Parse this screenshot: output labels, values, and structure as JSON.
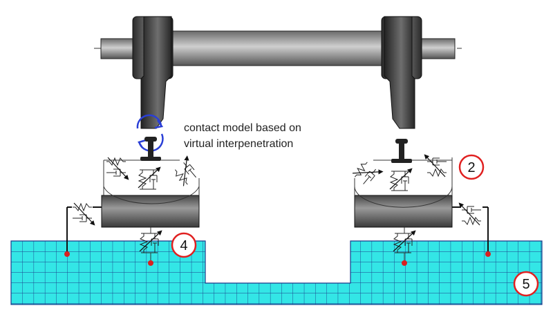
{
  "annotation": {
    "line1": "contact model based on",
    "line2": "virtual interpenetration"
  },
  "labels": {
    "sleeper_model": "2",
    "ballast_model": "4",
    "ground_mesh": "5"
  },
  "colors": {
    "mesh_fill": "#33e6e6",
    "mesh_line": "#1a3a8a",
    "wheel_dark": "#3b3b3b",
    "contact_arrow": "#2a3fd6",
    "callout_ring": "#e02020",
    "node_dot": "#d92020"
  }
}
